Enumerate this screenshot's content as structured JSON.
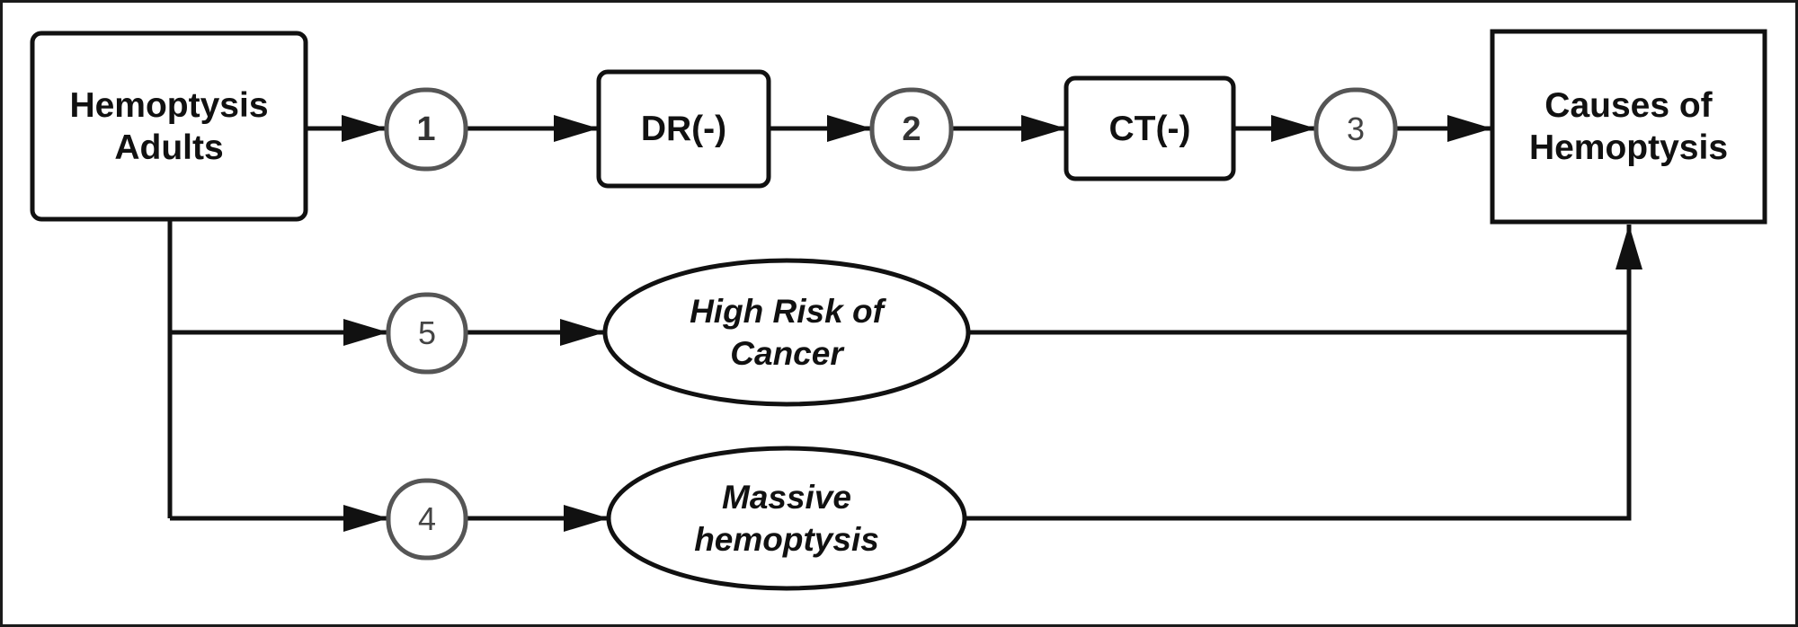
{
  "nodes": {
    "start": "Hemoptysis\nAdults",
    "dr": "DR(-)",
    "ct": "CT(-)",
    "end": "Causes of\nHemoptysis",
    "cancer": "High Risk of\nCancer",
    "massive": "Massive\nhemoptysis"
  },
  "steps": {
    "s1": "1",
    "s2": "2",
    "s3": "3",
    "s4": "4",
    "s5": "5"
  },
  "colors": {
    "stroke": "#111111",
    "circle_stroke": "#555555",
    "background": "#ffffff"
  }
}
